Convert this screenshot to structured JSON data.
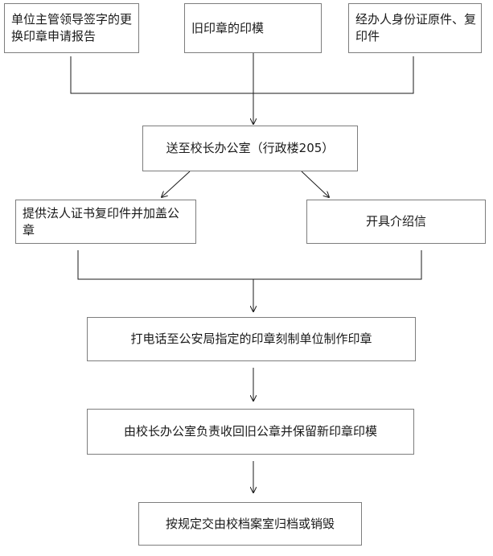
{
  "diagram": {
    "nodes": {
      "report": "单位主管领导签字的更换印章申请报告",
      "old_seal": "旧印章的印模",
      "id_copy": "经办人身份证原件、复印件",
      "principal_office": "送至校长办公室（行政楼205）",
      "license_copy": "提供法人证书复印件并加盖公章",
      "intro_letter": "开具介绍信",
      "engrave": "打电话至公安局指定的印章刻制单位制作印章",
      "recover": "由校长办公室负责收回旧公章并保留新印章印模",
      "archive": "按规定交由校档案室归档或销毁"
    },
    "colors": {
      "line": "#1a1a1a",
      "border": "#7d7d7d"
    }
  }
}
